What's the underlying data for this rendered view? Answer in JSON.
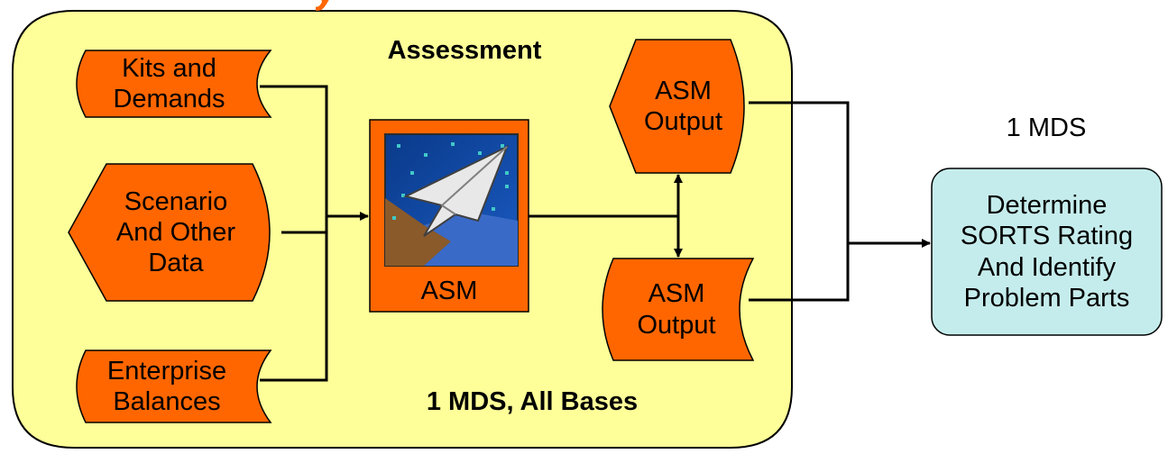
{
  "title_fragment": "y",
  "panel": {
    "title": "Assessment",
    "footer": "1 MDS, All Bases"
  },
  "inputs": [
    {
      "label": "Kits and\nDemands"
    },
    {
      "label": "Scenario\nAnd Other\nData"
    },
    {
      "label": "Enterprise\nBalances"
    }
  ],
  "model": {
    "label": "ASM"
  },
  "outputs": [
    {
      "label": "ASM\nOutput"
    },
    {
      "label": "ASM\nOutput"
    }
  ],
  "result": {
    "heading": "1 MDS",
    "label": "Determine\nSORTS Rating\nAnd Identify\nProblem Parts"
  },
  "colors": {
    "panel_fill": "#ffff99",
    "shape_fill": "#ff6600",
    "result_fill": "#c5ecec",
    "title_accent": "#ff6600"
  }
}
